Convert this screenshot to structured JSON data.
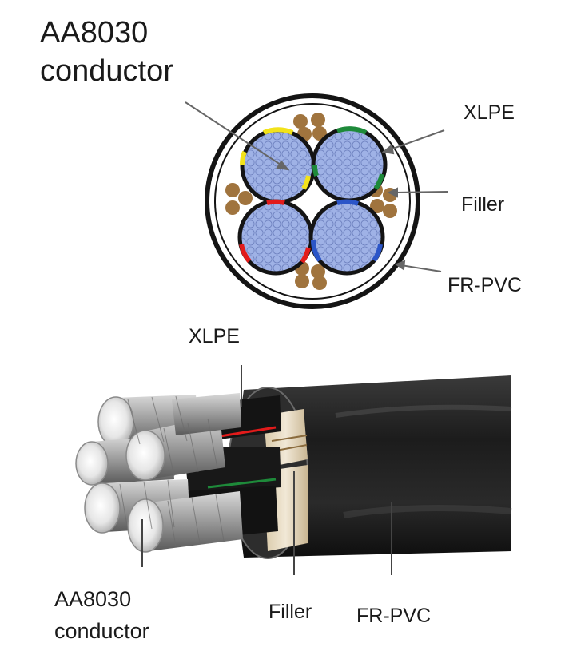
{
  "top_diagram": {
    "conductor_label_line1": "AA8030",
    "conductor_label_line2": "conductor",
    "insulation_label": "XLPE",
    "filler_label": "Filler",
    "sheath_label": "FR-PVC"
  },
  "bottom_photo": {
    "insulation_label": "XLPE",
    "conductor_label_line1": "AA8030",
    "conductor_label_line2": "conductor",
    "filler_label": "Filler",
    "sheath_label": "FR-PVC"
  },
  "colors": {
    "conductor_fill": "#9fb2e6",
    "core_phase_1": "#f2e21a",
    "core_phase_2": "#1e8a3a",
    "core_phase_3": "#e21b1b",
    "core_phase_4": "#2b55c8",
    "filler": "#a0743e",
    "sheath": "#1c1c1c"
  }
}
